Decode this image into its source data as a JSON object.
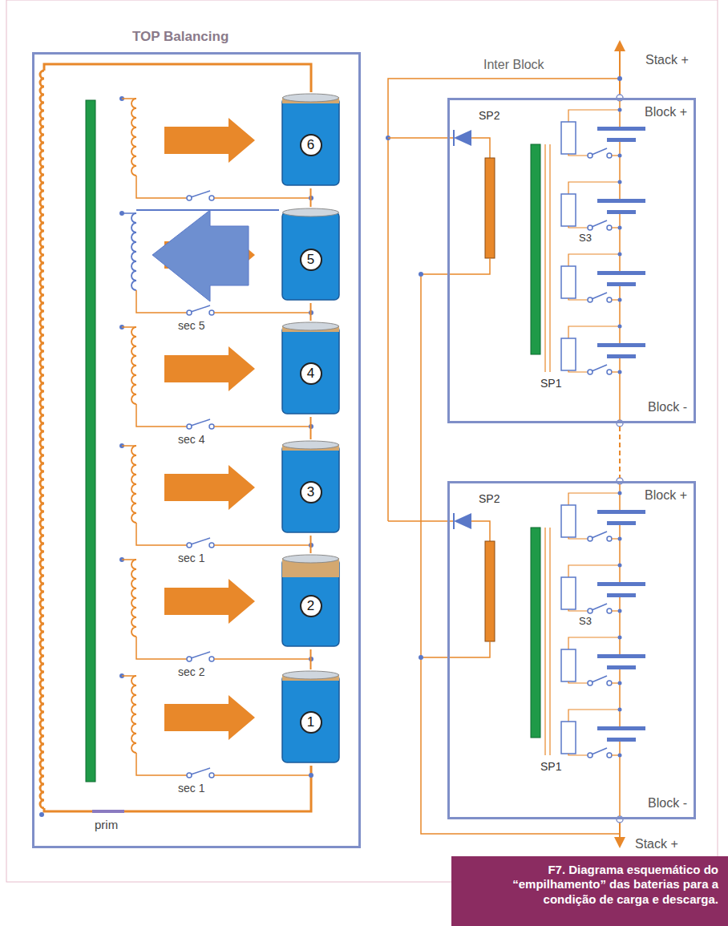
{
  "diagram": {
    "caption": "F7. Diagrama esquemático do “empilhamento” das baterias para a condição de carga e descarga.",
    "nodes": [
      {
        "text": [
          "TOP Balancing"
        ]
      },
      {
        "text": [
          "6"
        ],
        "in": 0
      },
      {
        "text": [
          "5"
        ],
        "in": 0
      },
      {
        "text": [
          "4"
        ],
        "in": 0
      },
      {
        "text": [
          "3"
        ],
        "in": 0
      },
      {
        "text": [
          "2"
        ],
        "in": 0
      },
      {
        "text": [
          "1"
        ],
        "in": 0
      },
      {
        "text": [
          "Block +",
          "Block -"
        ]
      },
      {
        "text": [
          "Block +",
          "Block -"
        ]
      }
    ],
    "edges": [
      {
        "from": 1,
        "to": 2,
        "arrow": "none"
      },
      {
        "from": 2,
        "to": 3,
        "arrow": "none"
      },
      {
        "from": 3,
        "to": 4,
        "arrow": "none"
      },
      {
        "from": 4,
        "to": 5,
        "arrow": "none"
      },
      {
        "from": 5,
        "to": 6,
        "arrow": "none"
      },
      {
        "from": 7,
        "to": 8,
        "arrow": "none"
      }
    ],
    "labels": [
      "Inter Block",
      "Stack +",
      "SP2",
      "S3",
      "SP1",
      "SP2",
      "S3",
      "SP1",
      "Stack +",
      "sec 5",
      "sec 4",
      "sec 1",
      "sec 2",
      "sec 1",
      "prim"
    ]
  }
}
